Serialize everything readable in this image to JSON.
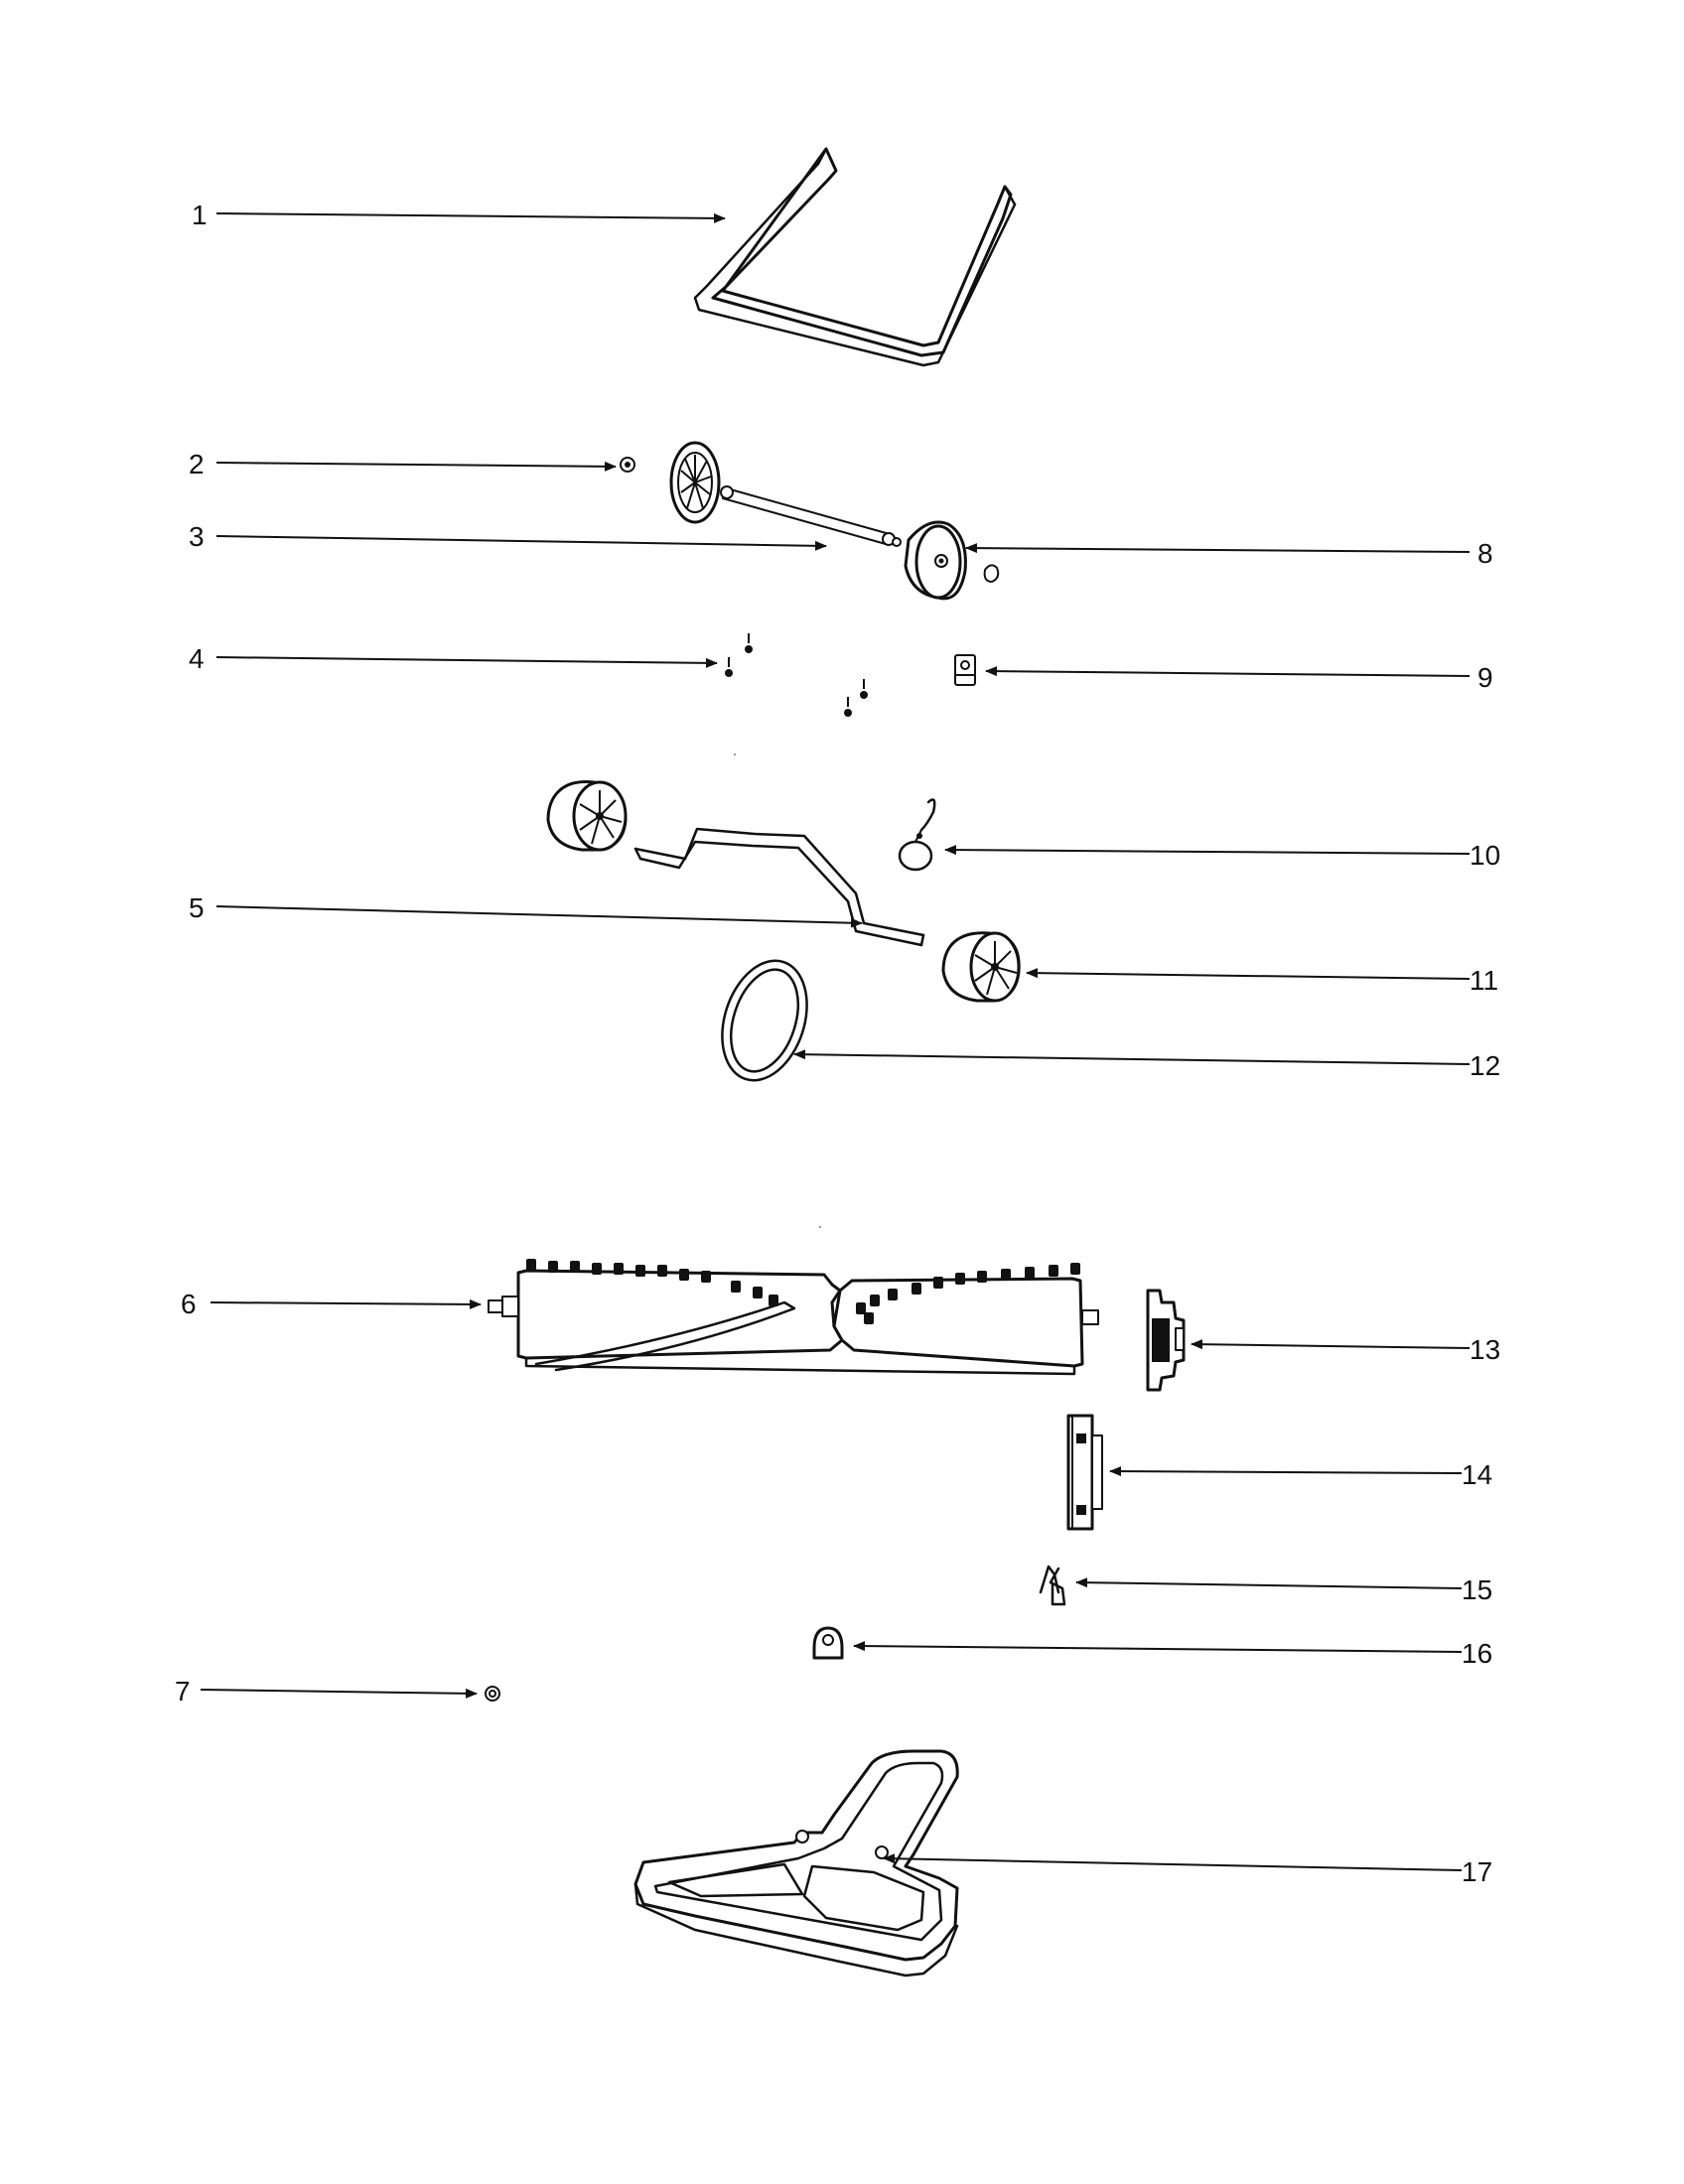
{
  "diagram": {
    "callouts": [
      {
        "id": "1",
        "label": "1"
      },
      {
        "id": "2",
        "label": "2"
      },
      {
        "id": "3",
        "label": "3"
      },
      {
        "id": "4",
        "label": "4"
      },
      {
        "id": "5",
        "label": "5"
      },
      {
        "id": "6",
        "label": "6"
      },
      {
        "id": "7",
        "label": "7"
      },
      {
        "id": "8",
        "label": "8"
      },
      {
        "id": "9",
        "label": "9"
      },
      {
        "id": "10",
        "label": "10"
      },
      {
        "id": "11",
        "label": "11"
      },
      {
        "id": "12",
        "label": "12"
      },
      {
        "id": "13",
        "label": "13"
      },
      {
        "id": "14",
        "label": "14"
      },
      {
        "id": "15",
        "label": "15"
      },
      {
        "id": "16",
        "label": "16"
      },
      {
        "id": "17",
        "label": "17"
      }
    ],
    "colors": {
      "line": "#111111",
      "background": "#ffffff"
    }
  }
}
